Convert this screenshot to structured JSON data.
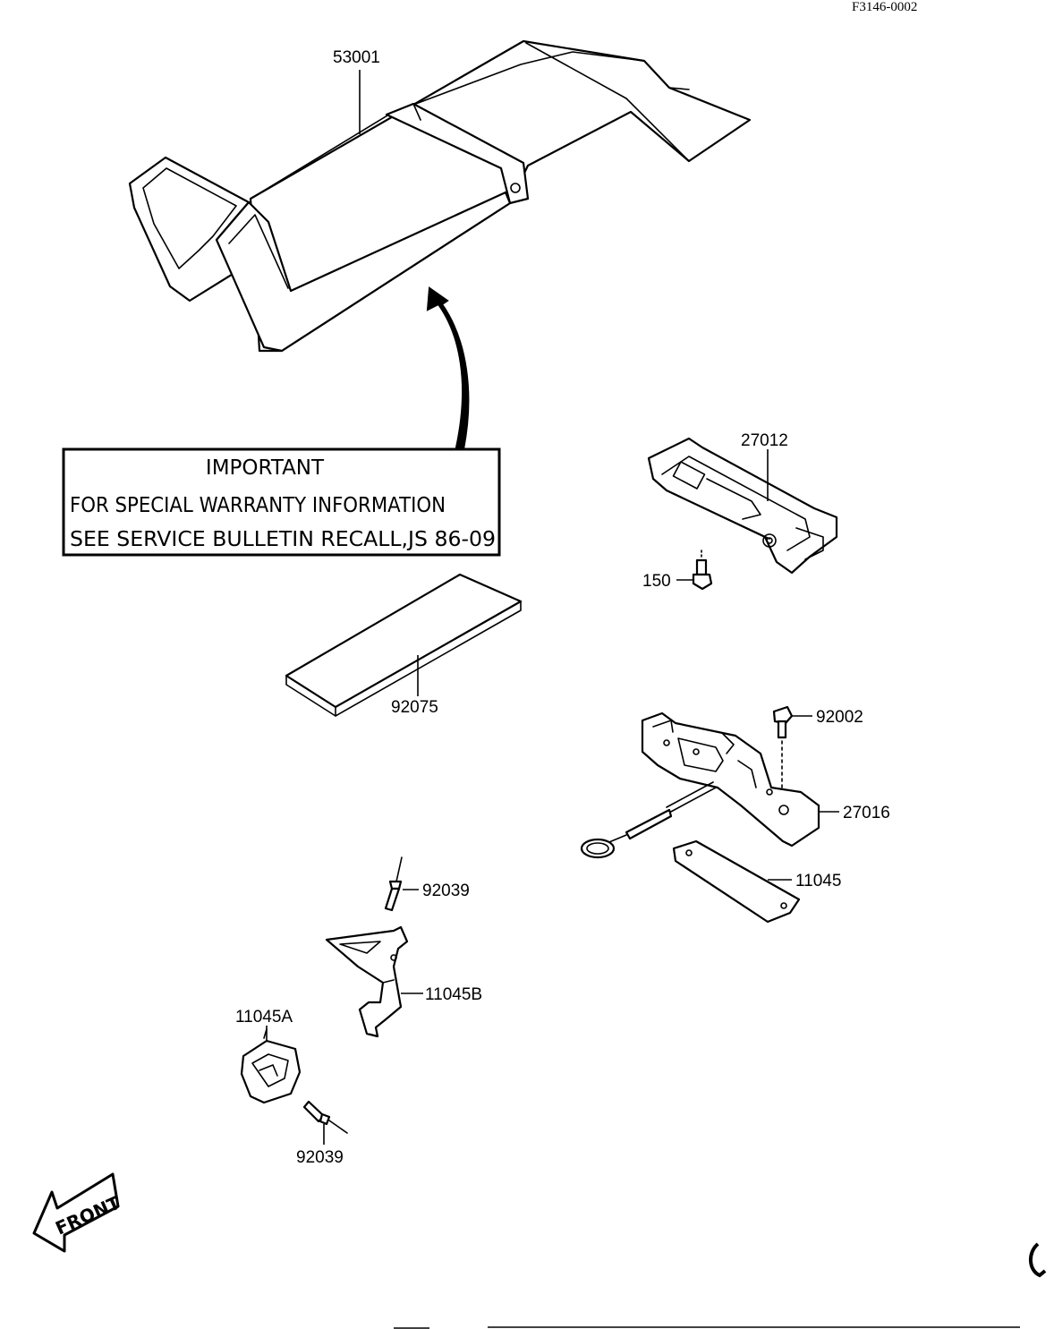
{
  "diagram_id": "F3146-0002",
  "parts": {
    "p53001": "53001",
    "p27012": "27012",
    "p150": "150",
    "p92075": "92075",
    "p92002": "92002",
    "p27016": "27016",
    "p11045": "11045",
    "p92039_top": "92039",
    "p11045B": "11045B",
    "p11045A": "11045A",
    "p92039_bottom": "92039"
  },
  "notice": {
    "heading": "IMPORTANT",
    "line1": "FOR SPECIAL WARRANTY INFORMATION",
    "line2": "SEE SERVICE BULLETIN RECALL,JS 86-09"
  },
  "front_marker": "FRONT"
}
